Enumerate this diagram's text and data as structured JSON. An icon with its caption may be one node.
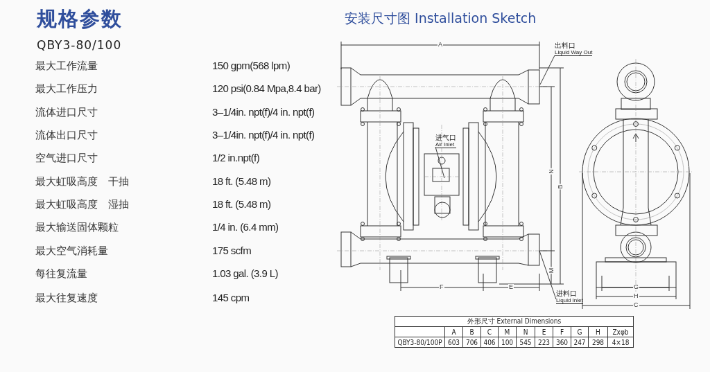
{
  "diagram": {
    "title": "规格参数",
    "nodes": [
      {
        "text": [
          "出料口",
          "Liquid Way Out"
        ]
      },
      {
        "text": [
          "进气口",
          "Air Inlet"
        ]
      },
      {
        "text": [
          "进料口",
          "Liquid Inlet"
        ]
      }
    ],
    "edges": [
      {
        "from": 0,
        "to": null,
        "arrow": "none"
      },
      {
        "from": 1,
        "to": null,
        "arrow": "none"
      },
      {
        "from": 2,
        "to": null,
        "arrow": "none"
      }
    ],
    "labels": [
      "QBY3-80/100",
      "最大工作流量",
      "150 gpm(568 lpm)",
      "最大工作压力",
      "120 psi(0.84 Mpa,8.4 bar)",
      "流体进口尺寸",
      "3–1/4in. npt(f)/4 in. npt(f)",
      "流体出口尺寸",
      "3–1/4in. npt(f)/4 in. npt(f)",
      "空气进口尺寸",
      "1/2 in.npt(f)",
      "最大虹吸高度　干抽",
      "18 ft. (5.48 m)",
      "最大虹吸高度　湿抽",
      "18 ft. (5.48 m)",
      "最大输送固体颗粒",
      "1/4 in. (6.4 mm)",
      "最大空气消耗量",
      "175 scfm",
      "每往复流量",
      "1.03 gal. (3.9 L)",
      "最大往复速度",
      "145 cpm",
      "安装尺寸图 Installation Sketch",
      "A",
      "N",
      "B",
      "M",
      "F",
      "E",
      "G",
      "H",
      "C",
      "外形尺寸 External Dimensions",
      "A",
      "B",
      "C",
      "M",
      "N",
      "E",
      "F",
      "G",
      "H",
      "Zxφb",
      "QBY3-80/100P",
      "603",
      "706",
      "406",
      "100",
      "545",
      "223",
      "360",
      "247",
      "298",
      "4×18"
    ]
  }
}
